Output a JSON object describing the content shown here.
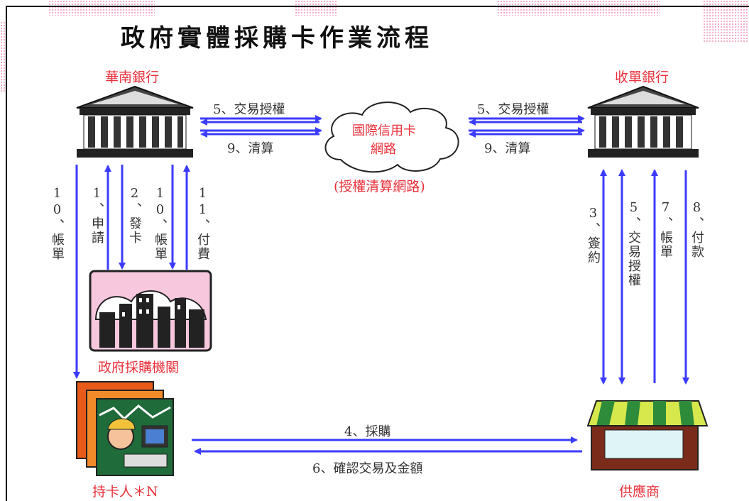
{
  "title": "政府實體採購卡作業流程",
  "nodes": {
    "issuing_bank": "華南銀行",
    "acquiring_bank": "收單銀行",
    "network": [
      "國際信用卡",
      "網路"
    ],
    "network_sub": "(授權清算網路)",
    "agency": "政府採購機關",
    "cardholder": "持卡人＊N",
    "merchant": "供應商"
  },
  "edges": {
    "top_left_auth": "5、交易授權",
    "top_left_clear": "9、清算",
    "top_right_auth": "5、交易授權",
    "top_right_clear": "9、清算",
    "left_statement": "10、帳單",
    "apply": "1、申請",
    "issue_card": "2、發卡",
    "agency_statement": "10、帳單",
    "pay": "11、付費",
    "sign": "3、簽約",
    "trans_auth": "5、交易授權",
    "merchant_statement": "7、帳單",
    "payment": "8、付款",
    "purchase": "4、採購",
    "confirm": "6、確認交易及金額"
  },
  "colors": {
    "arrow": "#3b3bff",
    "label_red": "#e8303a",
    "text": "#333333"
  }
}
